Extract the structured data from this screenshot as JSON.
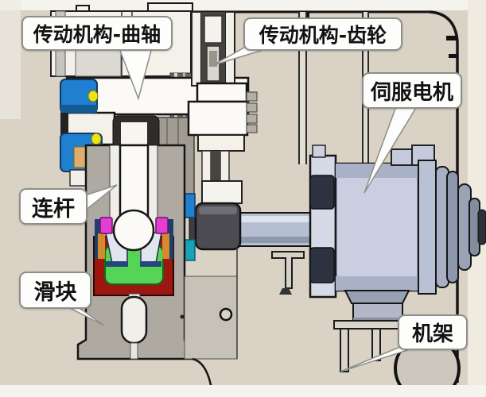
{
  "labels": {
    "crankshaft": "传动机构-曲轴",
    "gear": "传动机构-齿轮",
    "servo_motor": "伺服电机",
    "connecting_rod": "连杆",
    "slider": "滑块",
    "frame": "机架"
  },
  "colors": {
    "background": "#d9d2c5",
    "bearing_blue": "#1f7fd0",
    "clip_teal": "#18a2b8",
    "slider_red": "#9b1710",
    "guide_green": "#55d455",
    "pin_magenta": "#e23fd2",
    "accent_orange": "#d68a2e",
    "highlight_yellow": "#ece314",
    "motor_body": "#c9cfe0",
    "motor_dark": "#2c3240",
    "metal_gray": "#aeaaa2",
    "outline": "#161616"
  }
}
